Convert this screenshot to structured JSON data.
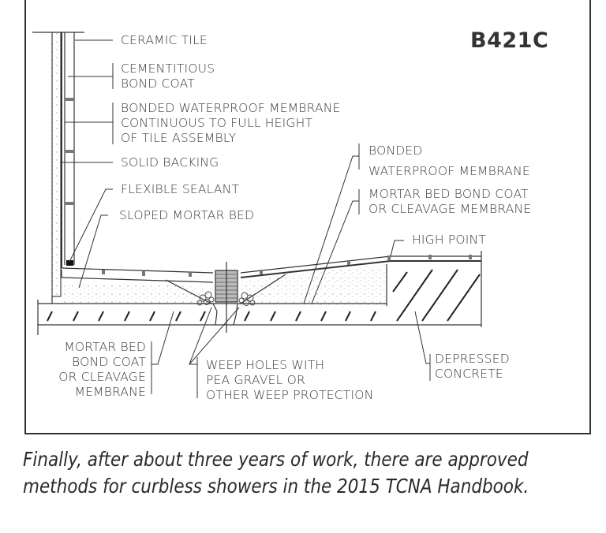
{
  "figure": {
    "code": "B421C",
    "labels": {
      "ceramic_tile": "CERAMIC TILE",
      "cementitious_bond_coat": "CEMENTITIOUS\nBOND COAT",
      "bonded_membrane_wall": "BONDED WATERPROOF MEMBRANE\nCONTINUOUS TO FULL HEIGHT\nOF TILE ASSEMBLY",
      "solid_backing": "SOLID BACKING",
      "flexible_sealant": "FLEXIBLE SEALANT",
      "sloped_mortar_bed": "SLOPED MORTAR BED",
      "bonded_membrane_floor": "BONDED\nWATERPROOF MEMBRANE",
      "mortar_bed_bond_coat_right": "MORTAR BED BOND COAT\nOR CLEAVAGE MEMBRANE",
      "high_point": "HIGH POINT",
      "mortar_bed_bond_coat_left": "MORTAR BED\nBOND COAT\nOR CLEAVAGE\nMEMBRANE",
      "weep_holes": "WEEP HOLES WITH\nPEA GRAVEL OR\nOTHER WEEP PROTECTION",
      "depressed_concrete": "DEPRESSED\nCONCRETE"
    }
  },
  "caption": "Finally, after about three years of work, there are approved methods for curbless showers in the 2015 TCNA Handbook."
}
